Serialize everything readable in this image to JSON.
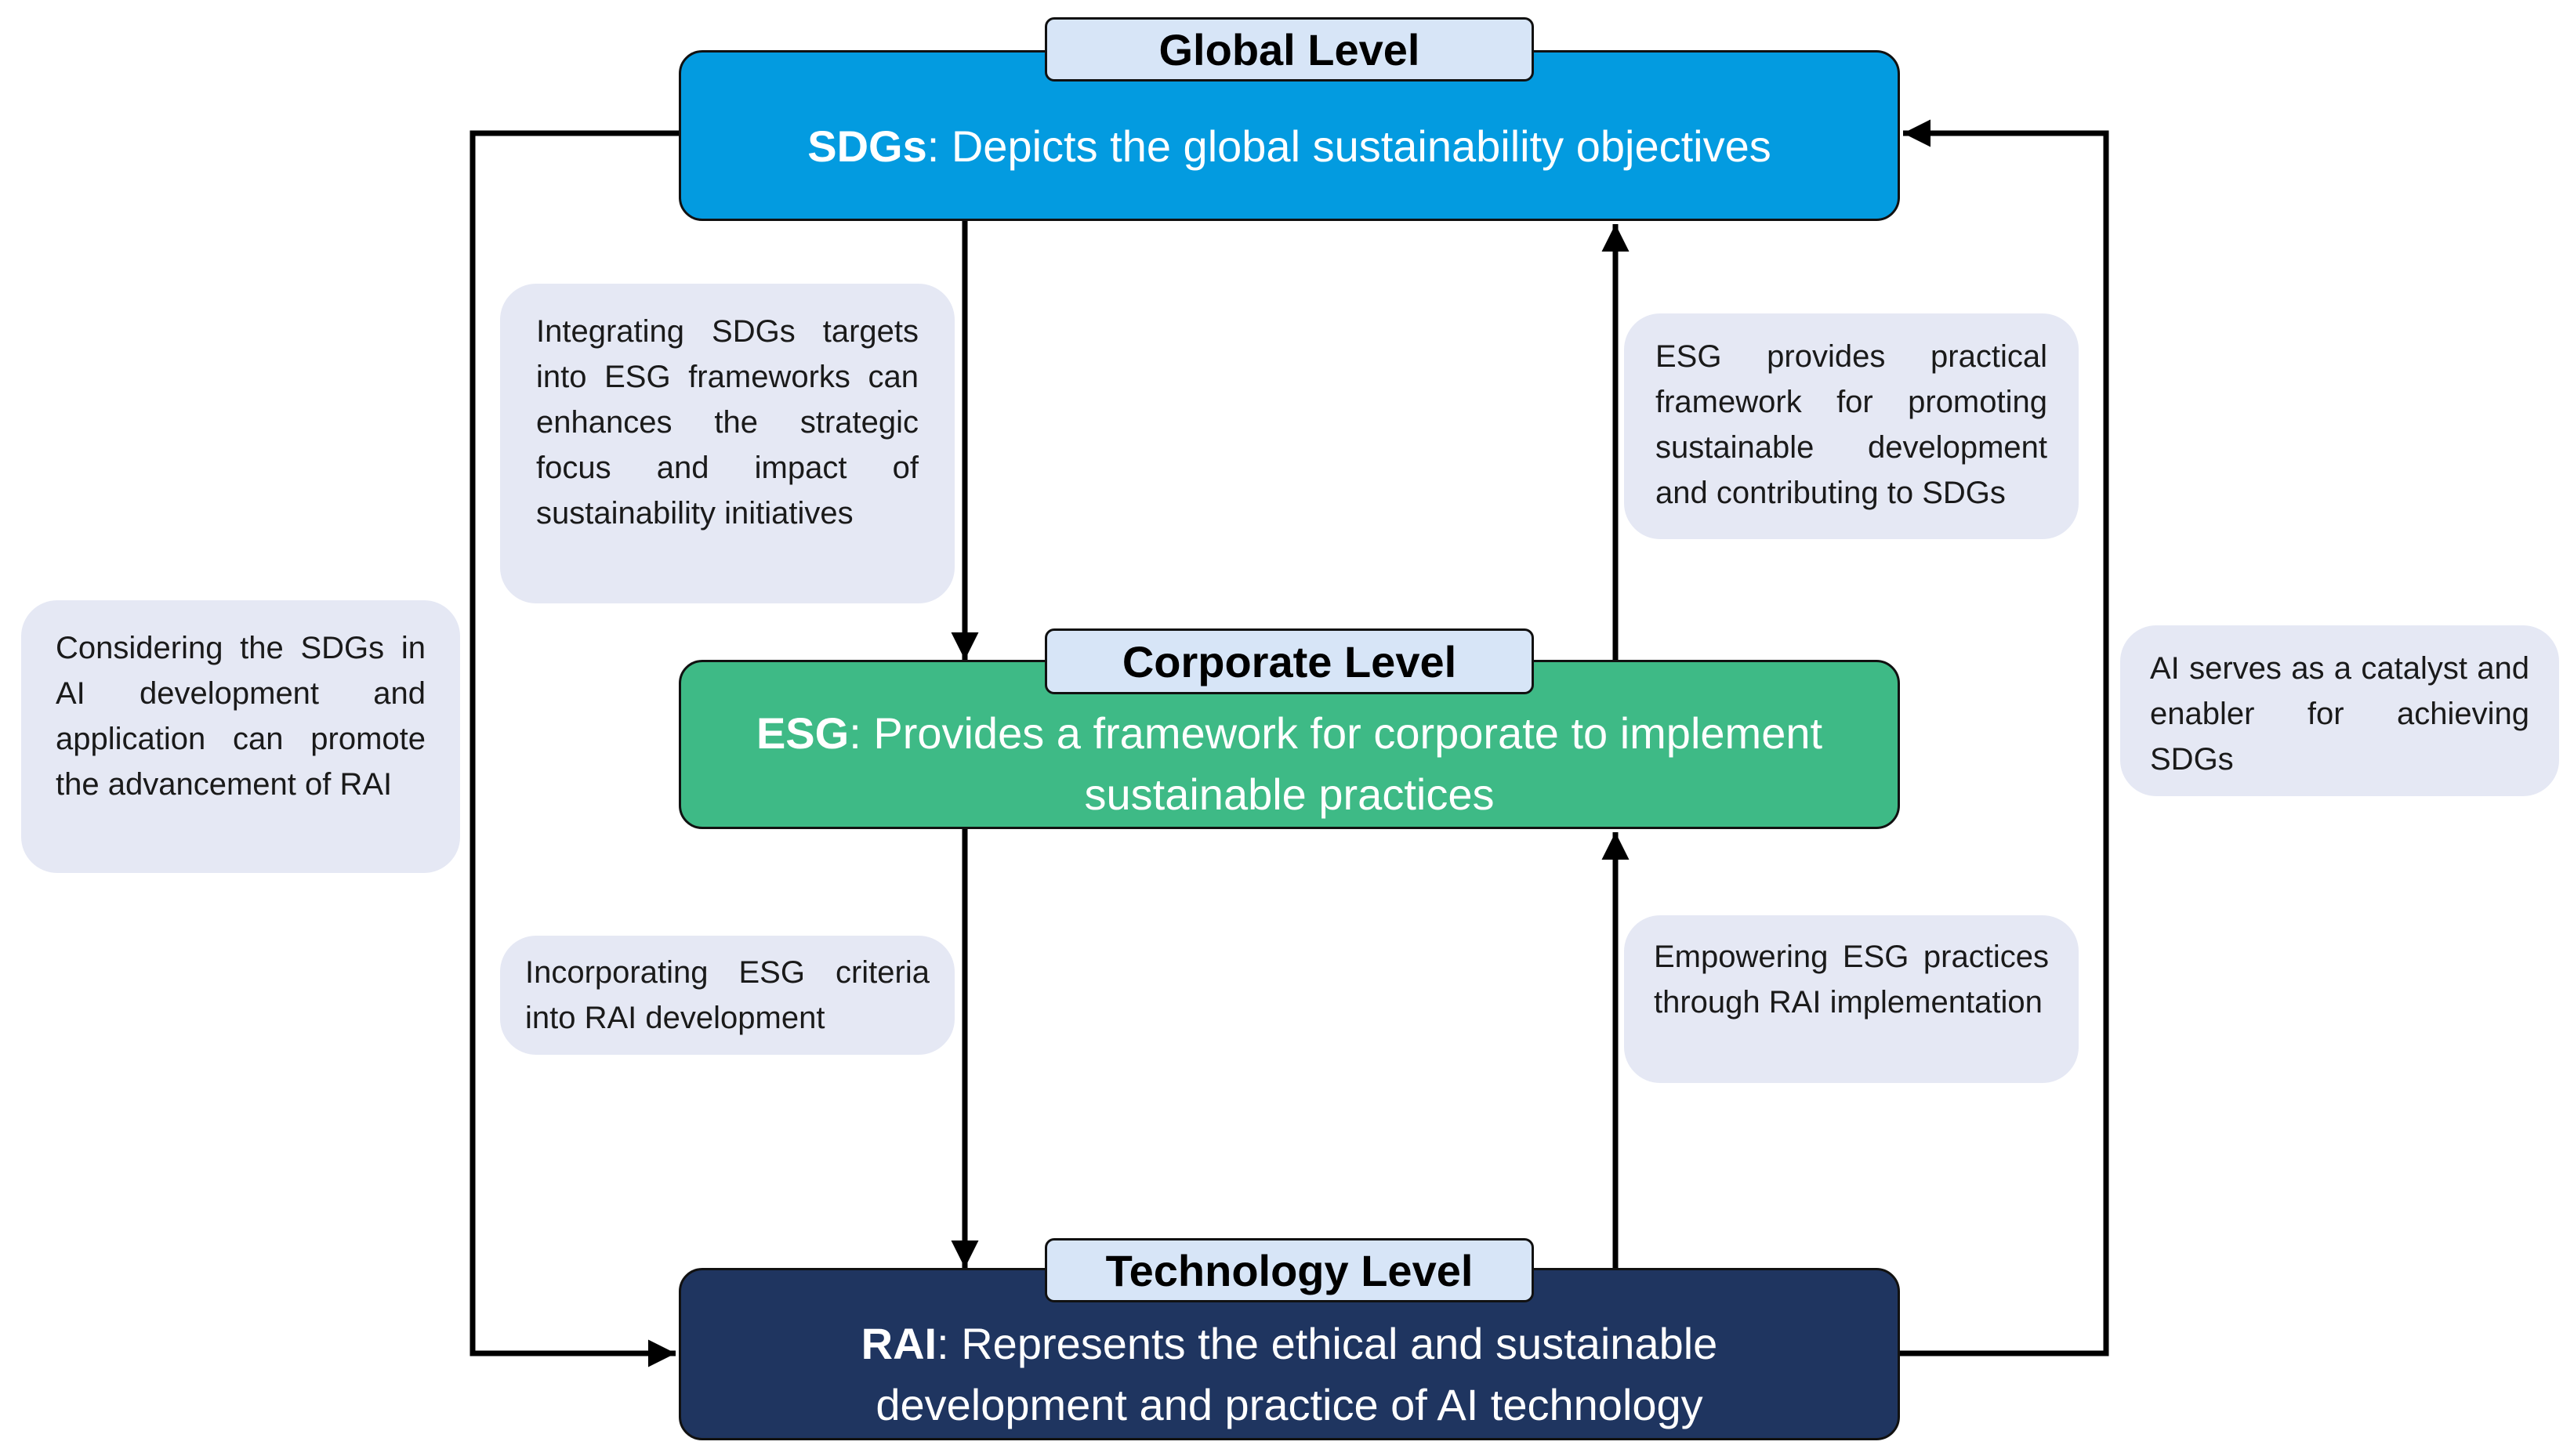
{
  "global": {
    "tag": "Global Level",
    "acronym": "SDGs",
    "description": ": Depicts the global sustainability objectives",
    "color": "#039be0"
  },
  "corporate": {
    "tag": "Corporate Level",
    "acronym": "ESG",
    "description": ": Provides a framework for corporate to implement sustainable practices",
    "color": "#3eba86"
  },
  "technology": {
    "tag": "Technology Level",
    "acronym": "RAI",
    "description": ": Represents the ethical and sustainable development and practice of AI technology",
    "color": "#1f3560"
  },
  "notes": {
    "sdg_to_esg": "Integrating SDGs targets into ESG frameworks can enhances the strategic focus and impact of sustainability initiatives",
    "esg_to_sdg": "ESG provides practical framework for promoting sustainable development and contributing to SDGs",
    "esg_to_rai": "Incorporating ESG criteria into RAI development",
    "rai_to_esg": "Empowering ESG practices through RAI implementation",
    "sdg_to_rai": "Considering the SDGs in AI development and application can promote the advancement of RAI",
    "rai_to_sdg": "AI serves as a catalyst and enabler for achieving SDGs"
  }
}
